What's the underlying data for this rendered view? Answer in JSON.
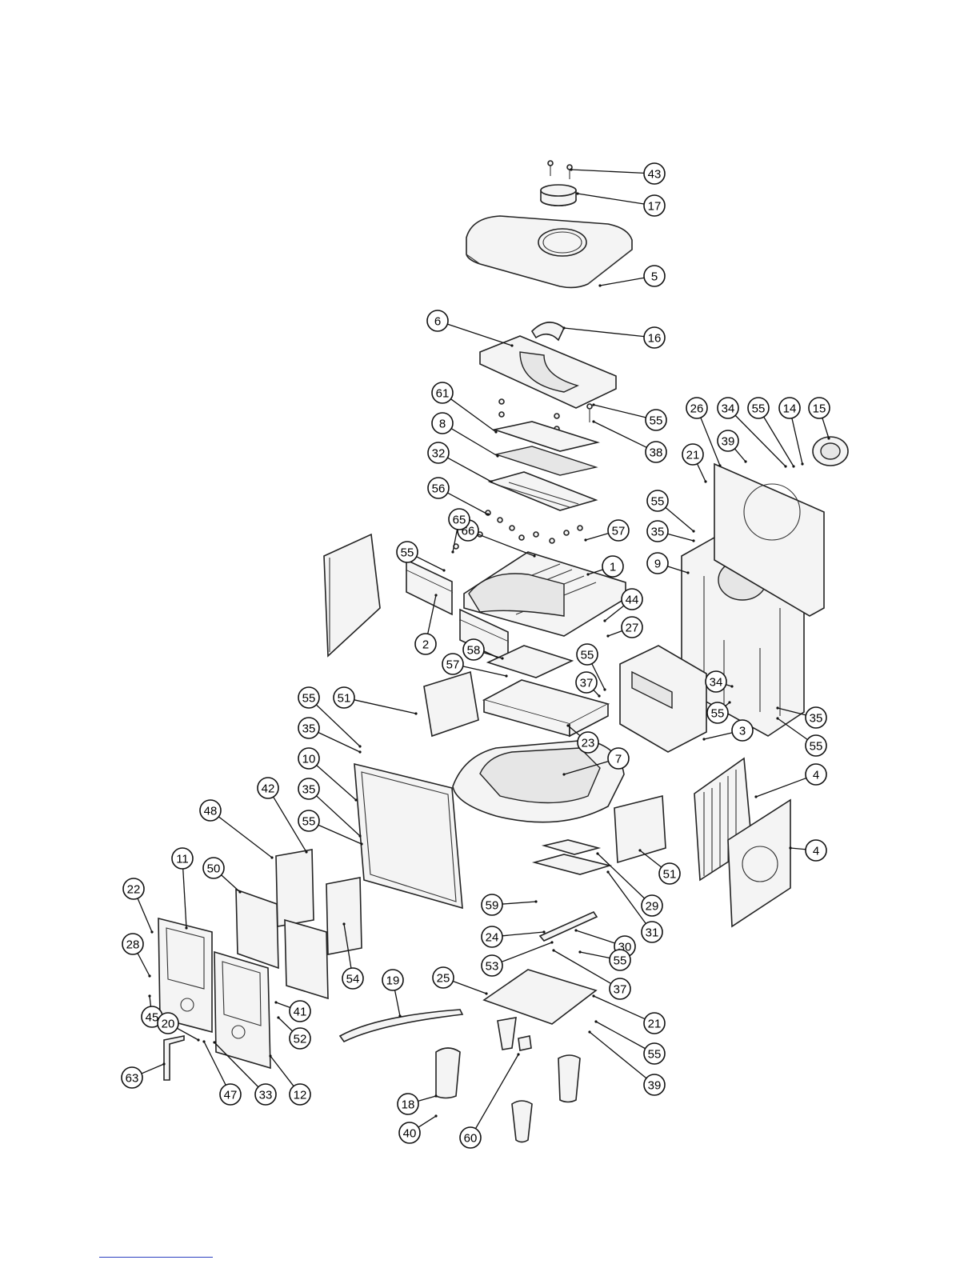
{
  "callouts": [
    {
      "label": "43"
    },
    {
      "label": "17"
    },
    {
      "label": "5"
    },
    {
      "label": "6"
    },
    {
      "label": "16"
    },
    {
      "label": "61"
    },
    {
      "label": "55"
    },
    {
      "label": "38"
    },
    {
      "label": "8"
    },
    {
      "label": "32"
    },
    {
      "label": "26"
    },
    {
      "label": "34"
    },
    {
      "label": "55"
    },
    {
      "label": "14"
    },
    {
      "label": "15"
    },
    {
      "label": "21"
    },
    {
      "label": "39"
    },
    {
      "label": "56"
    },
    {
      "label": "57"
    },
    {
      "label": "55"
    },
    {
      "label": "35"
    },
    {
      "label": "66"
    },
    {
      "label": "65"
    },
    {
      "label": "1"
    },
    {
      "label": "55"
    },
    {
      "label": "9"
    },
    {
      "label": "44"
    },
    {
      "label": "27"
    },
    {
      "label": "2"
    },
    {
      "label": "58"
    },
    {
      "label": "57"
    },
    {
      "label": "55"
    },
    {
      "label": "37"
    },
    {
      "label": "34"
    },
    {
      "label": "55"
    },
    {
      "label": "35"
    },
    {
      "label": "55"
    },
    {
      "label": "51"
    },
    {
      "label": "55"
    },
    {
      "label": "35"
    },
    {
      "label": "23"
    },
    {
      "label": "3"
    },
    {
      "label": "7"
    },
    {
      "label": "10"
    },
    {
      "label": "4"
    },
    {
      "label": "42"
    },
    {
      "label": "35"
    },
    {
      "label": "55"
    },
    {
      "label": "48"
    },
    {
      "label": "4"
    },
    {
      "label": "11"
    },
    {
      "label": "50"
    },
    {
      "label": "51"
    },
    {
      "label": "22"
    },
    {
      "label": "29"
    },
    {
      "label": "59"
    },
    {
      "label": "31"
    },
    {
      "label": "24"
    },
    {
      "label": "28"
    },
    {
      "label": "30"
    },
    {
      "label": "53"
    },
    {
      "label": "55"
    },
    {
      "label": "54"
    },
    {
      "label": "19"
    },
    {
      "label": "37"
    },
    {
      "label": "25"
    },
    {
      "label": "41"
    },
    {
      "label": "21"
    },
    {
      "label": "45"
    },
    {
      "label": "20"
    },
    {
      "label": "52"
    },
    {
      "label": "55"
    },
    {
      "label": "39"
    },
    {
      "label": "63"
    },
    {
      "label": "47"
    },
    {
      "label": "33"
    },
    {
      "label": "12"
    },
    {
      "label": "18"
    },
    {
      "label": "40"
    },
    {
      "label": "60"
    }
  ]
}
